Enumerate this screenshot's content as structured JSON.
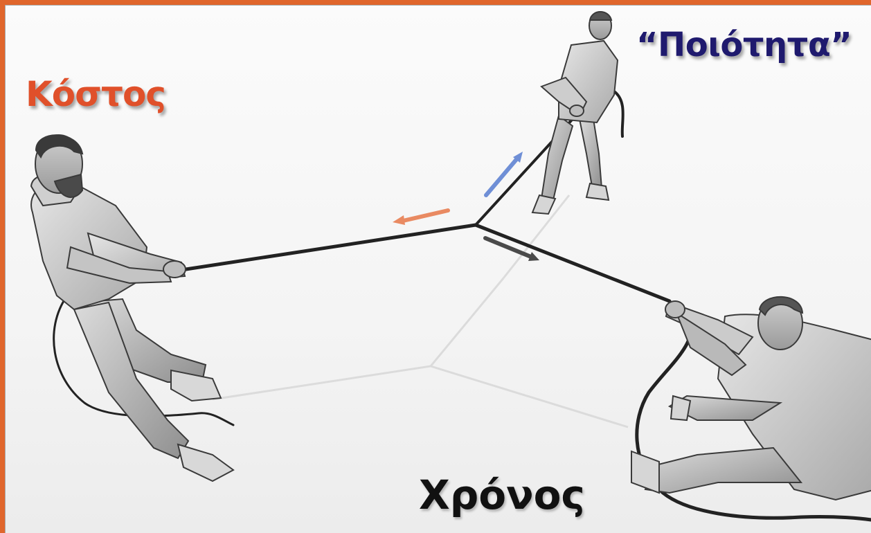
{
  "labels": {
    "cost": "Κόστος",
    "quality": "“Ποιότητα”",
    "time": "Χρόνος"
  },
  "colors": {
    "frame": "#e0662c",
    "cost": "#e0502a",
    "quality": "#1f1a6e",
    "time": "#111111",
    "arrow_cost": "#e98a62",
    "arrow_quality": "#6f8fd6",
    "arrow_time": "#4a4a4a",
    "rope": "#222222"
  },
  "illustration": {
    "figures": [
      "man-pulling-left",
      "man-pulling-top",
      "man-pulling-right"
    ],
    "arrows": [
      "arrow-cost",
      "arrow-quality",
      "arrow-time"
    ]
  }
}
